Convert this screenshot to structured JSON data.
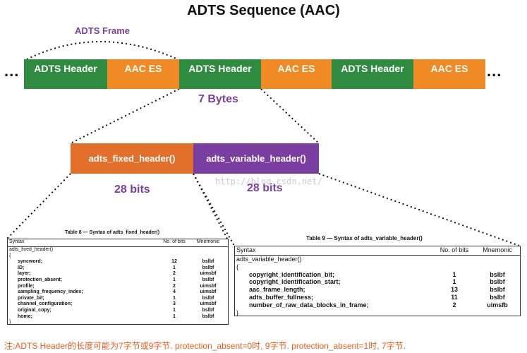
{
  "title": "ADTS Sequence (AAC)",
  "frame_label": "ADTS Frame",
  "stream": {
    "ellipsis_left": "...",
    "ellipsis_right": "...",
    "segments": [
      {
        "label": "ADTS Header",
        "color": "#2e8b3f"
      },
      {
        "label": "AAC ES",
        "color": "#f08a24"
      },
      {
        "label": "ADTS Header",
        "color": "#2e8b3f"
      },
      {
        "label": "AAC ES",
        "color": "#f08a24"
      },
      {
        "label": "ADTS Header",
        "color": "#2e8b3f"
      },
      {
        "label": "AAC ES",
        "color": "#f08a24"
      }
    ]
  },
  "header_size": "7 Bytes",
  "fixed_header": {
    "label": "adts_fixed_header()",
    "bits": "28 bits",
    "color": "#e2702a"
  },
  "variable_header": {
    "label": "adts_variable_header()",
    "bits": "28 bits",
    "color": "#7a3ea0"
  },
  "watermark": "http://blog.csdn.net/",
  "table8": {
    "caption": "Table 8 — Syntax of adts_fixed_header()",
    "columns": [
      "Syntax",
      "No. of bits",
      "Mnemonic"
    ],
    "func": "adts_fixed_header()",
    "open": "{",
    "close": "}",
    "rows": [
      {
        "name": "syncword;",
        "bits": "12",
        "mnemonic": "bslbf"
      },
      {
        "name": "ID;",
        "bits": "1",
        "mnemonic": "bslbf"
      },
      {
        "name": "layer;",
        "bits": "2",
        "mnemonic": "uimsbf"
      },
      {
        "name": "protection_absent;",
        "bits": "1",
        "mnemonic": "bslbf"
      },
      {
        "name": "profile;",
        "bits": "2",
        "mnemonic": "uimsbf"
      },
      {
        "name": "sampling_frequency_index;",
        "bits": "4",
        "mnemonic": "uimsbf"
      },
      {
        "name": "private_bit;",
        "bits": "1",
        "mnemonic": "bslbf"
      },
      {
        "name": "channel_configuration;",
        "bits": "3",
        "mnemonic": "uimsbf"
      },
      {
        "name": "original_copy;",
        "bits": "1",
        "mnemonic": "bslbf"
      },
      {
        "name": "home;",
        "bits": "1",
        "mnemonic": "bslbf"
      }
    ]
  },
  "table9": {
    "caption": "Table 9 — Syntax of adts_variable_header()",
    "columns": [
      "Syntax",
      "No. of bits",
      "Mnemonic"
    ],
    "func": "adts_variable_header()",
    "open": "{",
    "close": "}",
    "rows": [
      {
        "name": "copyright_identification_bit;",
        "bits": "1",
        "mnemonic": "bslbf"
      },
      {
        "name": "copyright_identification_start;",
        "bits": "1",
        "mnemonic": "bslbf"
      },
      {
        "name": "aac_frame_length;",
        "bits": "13",
        "mnemonic": "bslbf"
      },
      {
        "name": "adts_buffer_fullness;",
        "bits": "11",
        "mnemonic": "bslbf"
      },
      {
        "name": "number_of_raw_data_blocks_in_frame;",
        "bits": "2",
        "mnemonic": "uimsfb"
      }
    ]
  },
  "note": "注:ADTS Header的长度可能为7字节或9字节. protection_absent=0时, 9字节. protection_absent=1时, 7字节."
}
